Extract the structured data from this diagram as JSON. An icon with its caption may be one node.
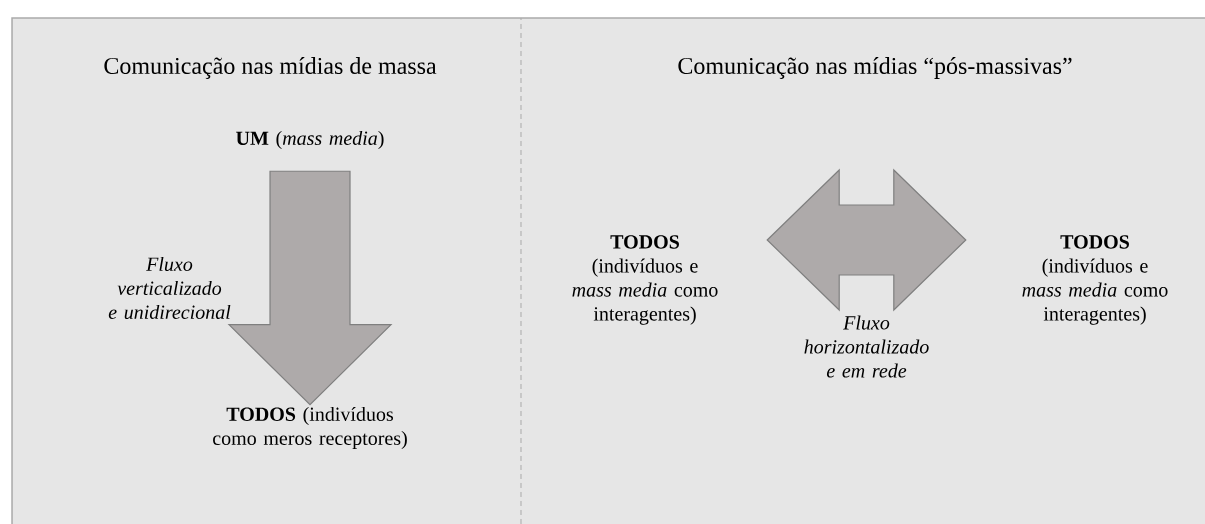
{
  "diagram": {
    "nodes": [
      {
        "text": [
          "**UM** (*mass media*)"
        ]
      },
      {
        "text": [
          "**TODOS** (indivíduos como meros receptores)"
        ]
      },
      {
        "text": [
          "TODOS",
          "(indivíduos e *mass media* como interagentes)"
        ]
      },
      {
        "text": [
          "TODOS",
          "(indivíduos e *mass media* como interagentes)"
        ]
      }
    ],
    "edges": [
      {
        "from": 0,
        "to": 1,
        "arrow": "to",
        "label": "Fluxo verticalizado e unidirecional"
      },
      {
        "from": 2,
        "to": 3,
        "arrow": "both",
        "label": "Fluxo horizontalizado e em rede"
      }
    ],
    "labels": [
      "Comunicação nas mídias de massa",
      "Comunicação nas mídias “pós-massivas”"
    ]
  }
}
